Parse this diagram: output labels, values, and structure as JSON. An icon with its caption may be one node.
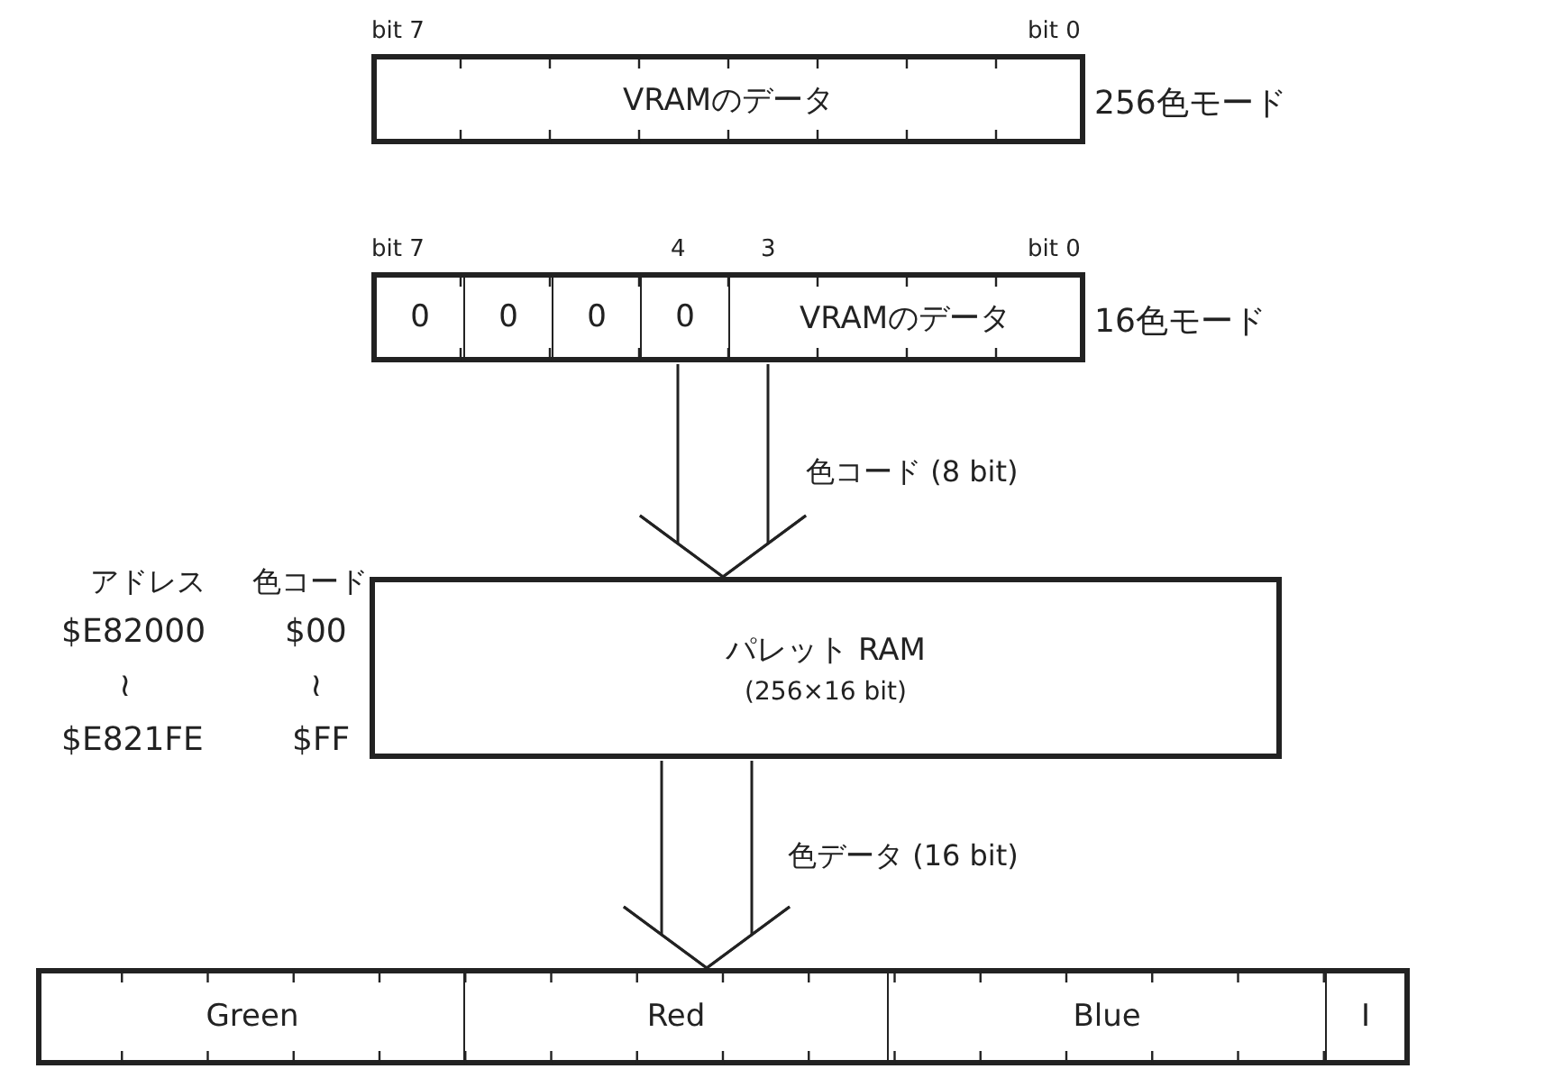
{
  "diagram": {
    "nodes": [
      {
        "text": [
          "VRAMのデータ"
        ],
        "beside": [
          "256色モード"
        ]
      },
      {
        "text": [],
        "shape": "bar",
        "beside": [
          "16色モード"
        ]
      },
      {
        "text": [
          "0"
        ],
        "in": 1
      },
      {
        "text": [
          "0"
        ],
        "in": 1
      },
      {
        "text": [
          "0"
        ],
        "in": 1
      },
      {
        "text": [
          "0"
        ],
        "in": 1
      },
      {
        "text": [
          "VRAMのデータ"
        ],
        "in": 1
      },
      {
        "text": [
          "パレット RAM",
          "(256×16 bit)"
        ]
      },
      {
        "text": [],
        "shape": "bar"
      },
      {
        "text": [
          "Green"
        ],
        "in": 8
      },
      {
        "text": [
          "Red"
        ],
        "in": 8
      },
      {
        "text": [
          "Blue"
        ],
        "in": 8
      },
      {
        "text": [
          "I"
        ],
        "in": 8
      }
    ],
    "edges": [
      {
        "from": 1,
        "to": 7,
        "arrow": "to",
        "label": "色コード (8 bit)"
      },
      {
        "from": 7,
        "to": 8,
        "arrow": "to",
        "label": "色データ (16 bit)"
      }
    ],
    "labels": [
      "bit 7",
      "bit 0",
      "bit 7",
      "4",
      "3",
      "bit 0",
      "アドレス",
      "色コード",
      "$E82000",
      "$00",
      "≀",
      "≀",
      "$E821FE",
      "$FF"
    ]
  }
}
